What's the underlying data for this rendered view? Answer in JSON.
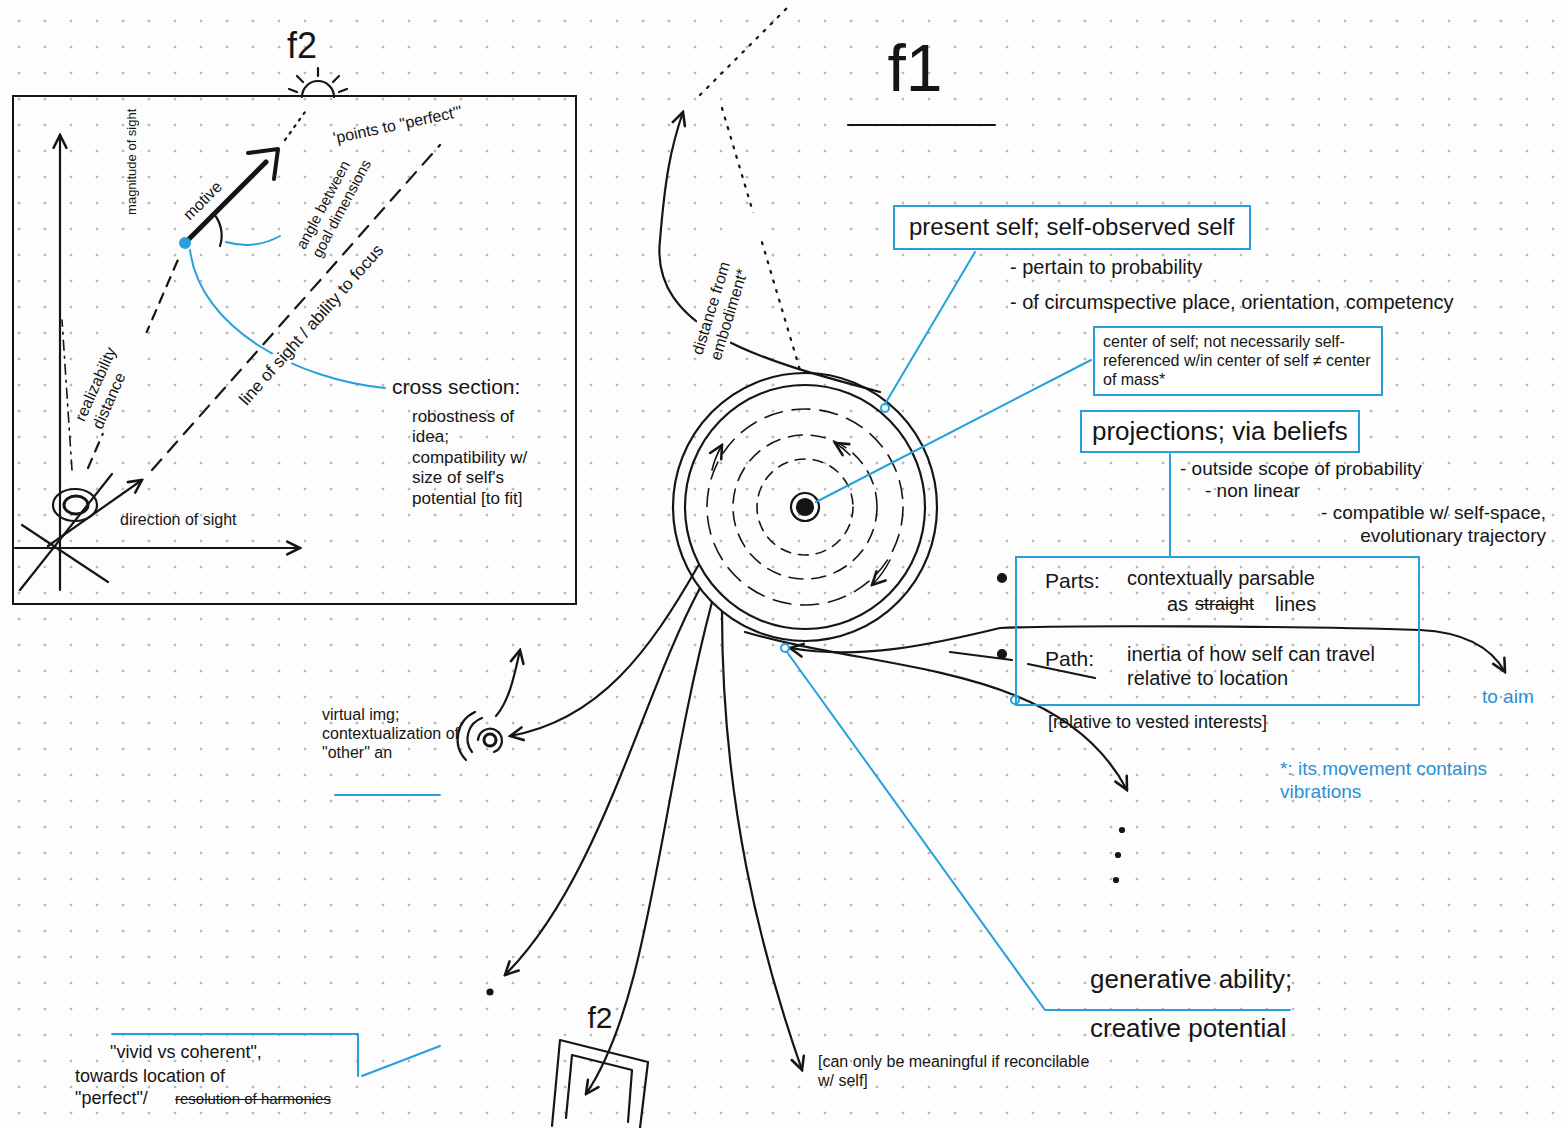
{
  "diagram": {
    "title": "f1",
    "nodes": [
      {
        "text": [
          "f2",
          "magnitude of sight",
          "'points to \"perfect\"'",
          "motive",
          "angle between goal dimensions",
          "realizability distance",
          "line of sight / ability to focus",
          "direction of sight",
          "cross section:",
          "robostness of idea; compatibility w/ size of self's potential [to fit]"
        ]
      },
      {
        "text": [
          "present self; self-observed self"
        ]
      },
      {
        "text": [
          "center of self; not necessarily self-referenced w/in center of self ≠ center of mass*"
        ]
      },
      {
        "text": [
          "projections; via beliefs"
        ]
      },
      {
        "text": [
          "Parts:",
          "contextually parsable",
          "as",
          "straight",
          "lines",
          "Path:",
          "inertia of how self can travel relative to location"
        ]
      }
    ],
    "edges": [
      {
        "from": 3,
        "to": 4,
        "arrow": "none"
      }
    ],
    "labels": [
      "distance from embodiment*",
      "- pertain to probability",
      "- of circumspective place, orientation, competency",
      "- outside scope of probability",
      "- non linear",
      "- compatible w/ self-space, evolutionary trajectory",
      "[relative to vested interests]",
      "to aim",
      "*: its movement contains vibrations",
      "virtual img; contextualization of \"other\" an",
      "generative ability; creative potential",
      "\"vivid vs coherent\",",
      "towards location of \"perfect\"/",
      "resolution of harmonies",
      "f2",
      "[can only be meaningful if reconcilable w/ self]"
    ]
  }
}
